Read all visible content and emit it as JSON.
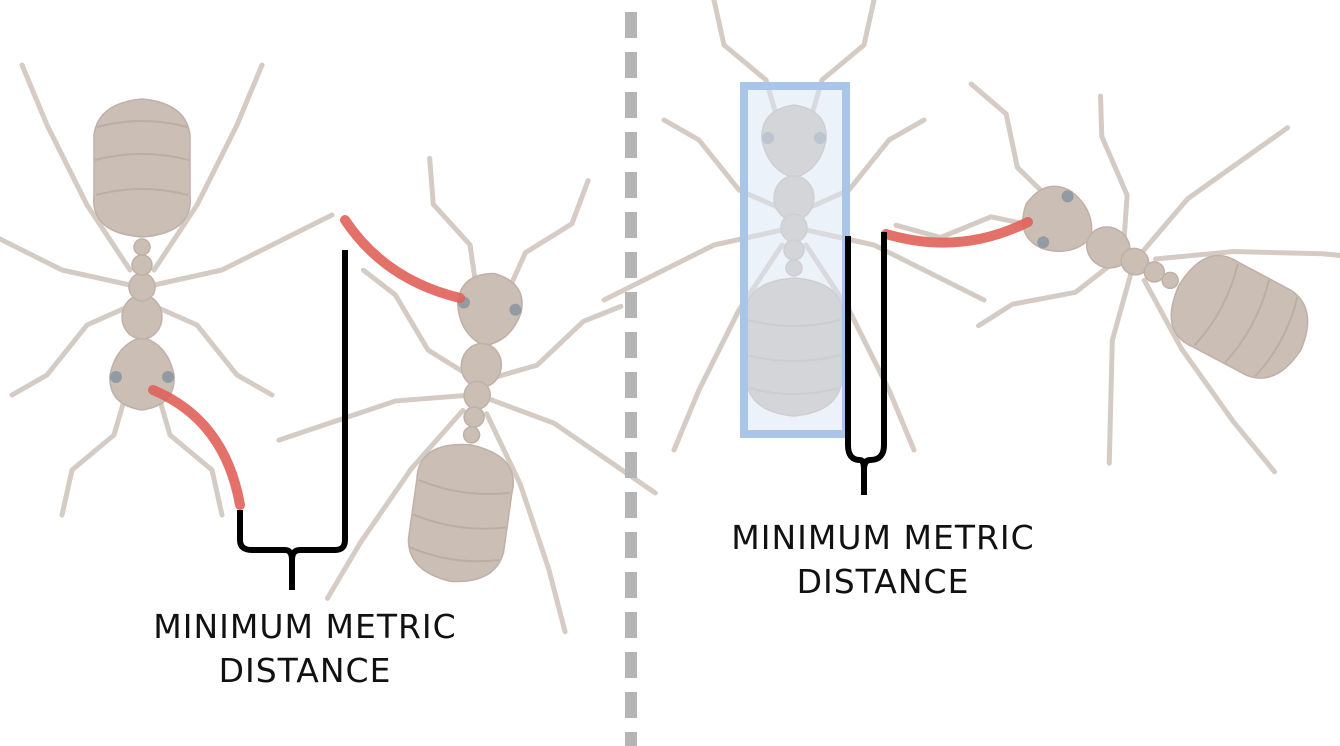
{
  "left_panel": {
    "label_line1": "MINIMUM METRIC",
    "label_line2": "DISTANCE"
  },
  "right_panel": {
    "label_line1": "MINIMUM METRIC",
    "label_line2": "DISTANCE"
  },
  "colors": {
    "ant_body": "#c3b3a9",
    "ant_leg": "#c9bdb5",
    "antenna_highlight": "#e0625a",
    "bracket": "#000000",
    "divider": "#b5b5b5",
    "bbox_stroke": "#a9c6e8",
    "bbox_fill": "#dce8f5"
  }
}
